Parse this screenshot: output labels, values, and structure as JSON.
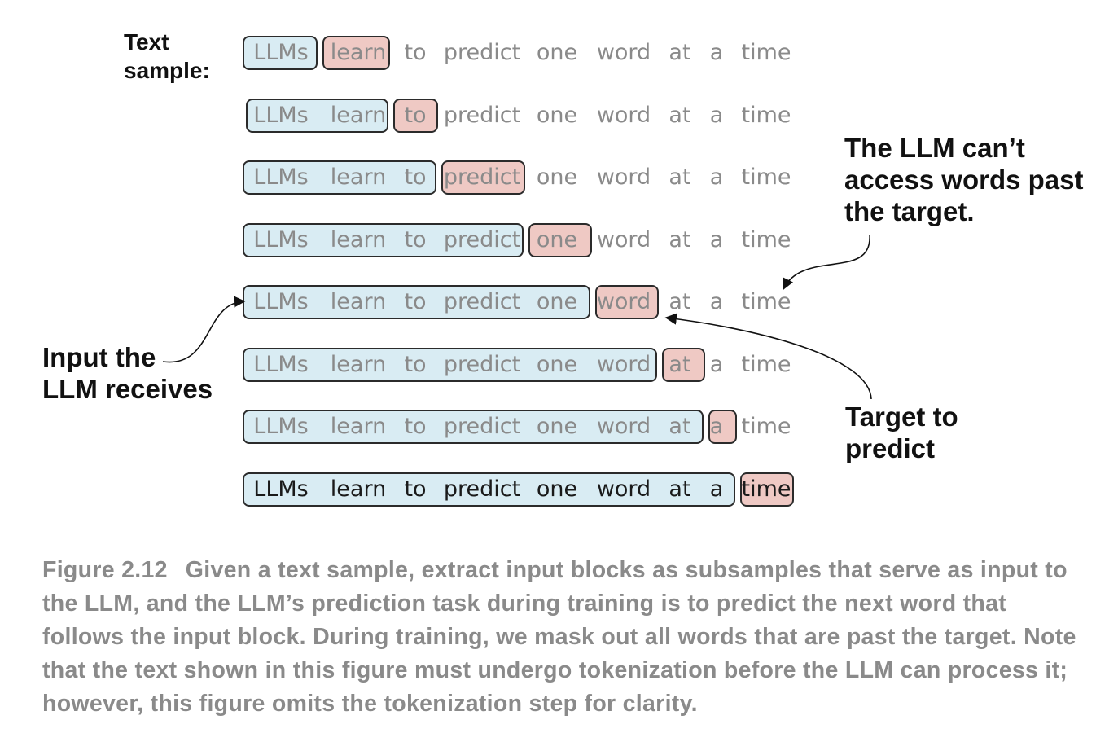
{
  "text_sample_label": [
    "Text",
    "sample:"
  ],
  "words": [
    "LLMs",
    "learn",
    "to",
    "predict",
    "one",
    "word",
    "at",
    "a",
    "time"
  ],
  "colors": {
    "input_fill": "#d9ecf3",
    "target_fill": "#efc9c4",
    "box_border": "#2b2b2b",
    "muted_text": "#8a8a8a",
    "dark_text": "#1a1a1a"
  },
  "annotations": {
    "input": [
      "Input the",
      "LLM receives"
    ],
    "no_access": [
      "The LLM can’t",
      "access words past",
      "the target."
    ],
    "target": [
      "Target to",
      "predict"
    ]
  },
  "caption": {
    "label": "Figure 2.12",
    "text": "Given a text sample, extract input blocks as subsamples that serve as input to the LLM, and the LLM’s prediction task during training is to predict the next word that follows the input block. During training, we mask out all words that are past the target. Note that the text shown in this figure must undergo tokenization before the LLM can process it; however, this figure omits the tokenization step for clarity."
  }
}
